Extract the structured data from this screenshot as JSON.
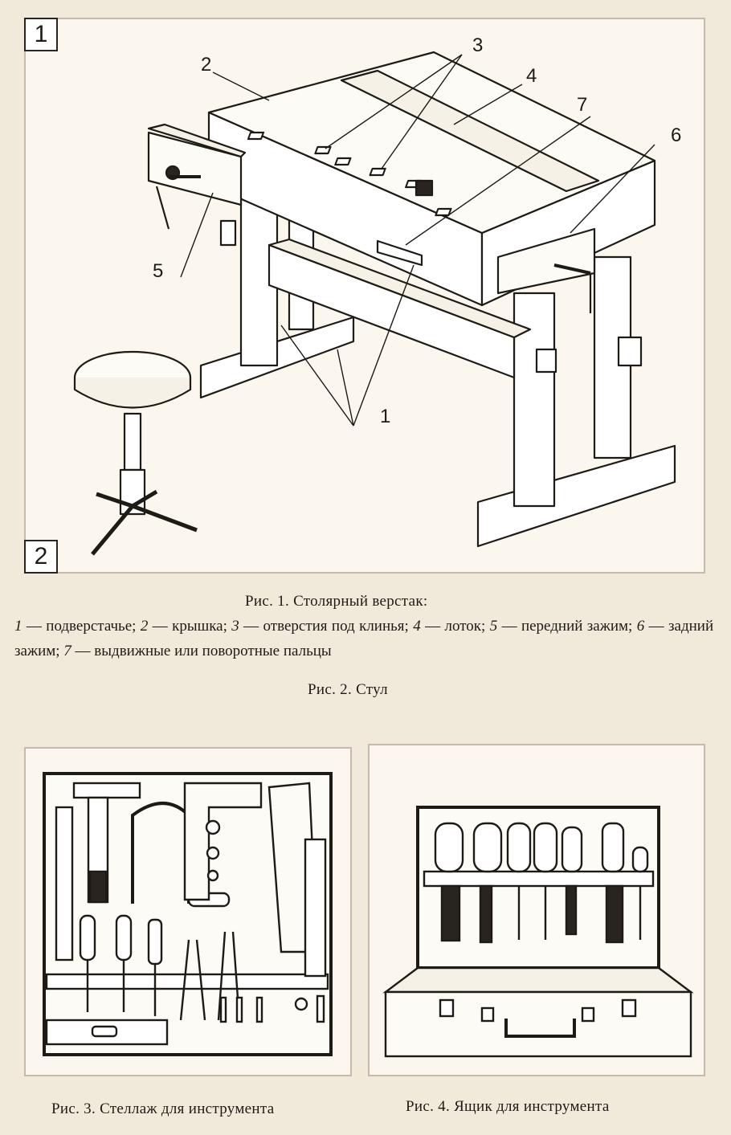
{
  "figure1": {
    "num": "1",
    "labels": [
      "1",
      "2",
      "3",
      "4",
      "5",
      "6",
      "7"
    ],
    "caption": "Рис. 1. Столярный верстак:",
    "legend": [
      {
        "n": "1",
        "t": "— подверстачье;"
      },
      {
        "n": "2",
        "t": "— крышка;"
      },
      {
        "n": "3",
        "t": "— отверстия под клинья;"
      },
      {
        "n": "4",
        "t": "— лоток;"
      },
      {
        "n": "5",
        "t": "— передний зажим;"
      },
      {
        "n": "6",
        "t": "— задний зажим;"
      },
      {
        "n": "7",
        "t": "— выдвижные или поворотные пальцы"
      }
    ]
  },
  "figure2": {
    "num": "2",
    "caption": "Рис. 2. Стул"
  },
  "figure3": {
    "caption": "Рис. 3. Стеллаж для инструмента"
  },
  "figure4": {
    "caption": "Рис. 4. Ящик для инструмента"
  }
}
